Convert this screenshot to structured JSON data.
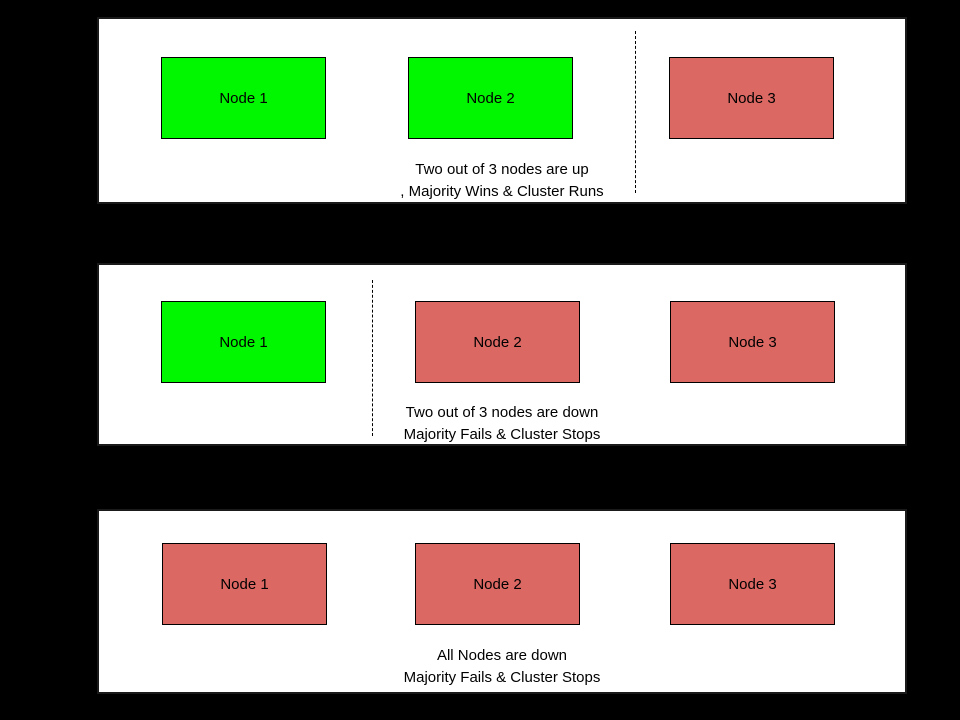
{
  "colors": {
    "background": "#000000",
    "panel_bg": "#ffffff",
    "panel_border": "#1a1a1a",
    "node_up": "#00F700",
    "node_down": "#DC6863",
    "node_border": "#000000",
    "text": "#000000",
    "divider": "#000000"
  },
  "panels": [
    {
      "name": "scenario-two-nodes-up",
      "nodes": [
        {
          "label": "Node 1",
          "status": "up"
        },
        {
          "label": "Node 2",
          "status": "up"
        },
        {
          "label": "Node 3",
          "status": "down"
        }
      ],
      "caption_line1": "Two out of 3 nodes are up",
      "caption_line2": ", Majority Wins & Cluster Runs"
    },
    {
      "name": "scenario-two-nodes-down",
      "nodes": [
        {
          "label": "Node 1",
          "status": "up"
        },
        {
          "label": "Node 2",
          "status": "down"
        },
        {
          "label": "Node 3",
          "status": "down"
        }
      ],
      "caption_line1": "Two out of 3 nodes are down",
      "caption_line2": "Majority Fails & Cluster Stops"
    },
    {
      "name": "scenario-all-nodes-down",
      "nodes": [
        {
          "label": "Node 1",
          "status": "down"
        },
        {
          "label": "Node 2",
          "status": "down"
        },
        {
          "label": "Node 3",
          "status": "down"
        }
      ],
      "caption_line1": "All Nodes are down",
      "caption_line2": "Majority Fails & Cluster Stops"
    }
  ]
}
